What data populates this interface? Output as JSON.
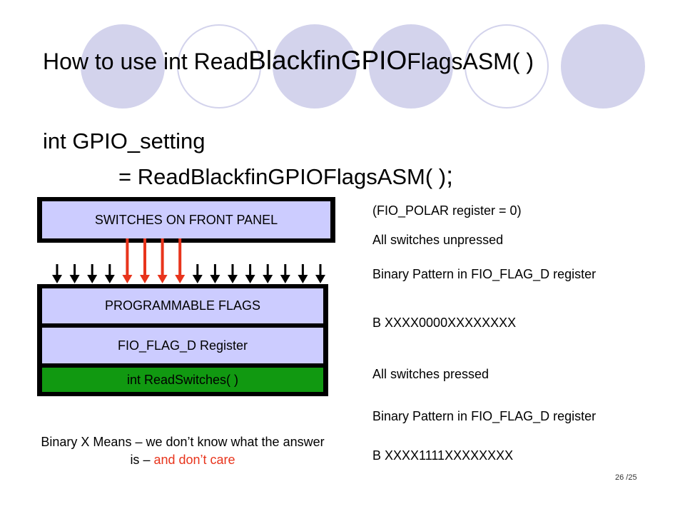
{
  "title": {
    "prefix": "How to use int Read",
    "middle": "BlackfinGPIO",
    "suffix": "FlagsASM( )"
  },
  "code": {
    "line1": "int GPIO_setting",
    "line2": "= ReadBlackfinGPIOFlagsASM( )",
    "semicolon": ";"
  },
  "blocks": {
    "switches": "SWITCHES ON FRONT PANEL",
    "flags": "PROGRAMMABLE FLAGS",
    "register": "FIO_FLAG_D Register",
    "read_switches": "int ReadSwitches( )"
  },
  "notes": {
    "polar": "(FIO_POLAR register = 0)",
    "unpressed": "All switches unpressed",
    "pattern_label_1": "Binary Pattern in FIO_FLAG_D register",
    "pattern_value_1": "B  XXXX0000XXXXXXXX",
    "pressed": "All switches pressed",
    "pattern_label_2": "Binary Pattern in FIO_FLAG_D register",
    "pattern_value_2": "B  XXXX1111XXXXXXXX"
  },
  "caption": {
    "text": "Binary X Means – we don’t know what the answer is –",
    "highlight": "and don’t care"
  },
  "page_number": "26 /25",
  "colors": {
    "circle_fill": "#d3d3ec",
    "box_fill": "#ccccff",
    "read_switches_fill": "#119911",
    "arrow_red": "#e8341c",
    "arrow_black": "#000000"
  },
  "arrows": {
    "count": 16,
    "red_indices": [
      4,
      5,
      6,
      7
    ]
  }
}
